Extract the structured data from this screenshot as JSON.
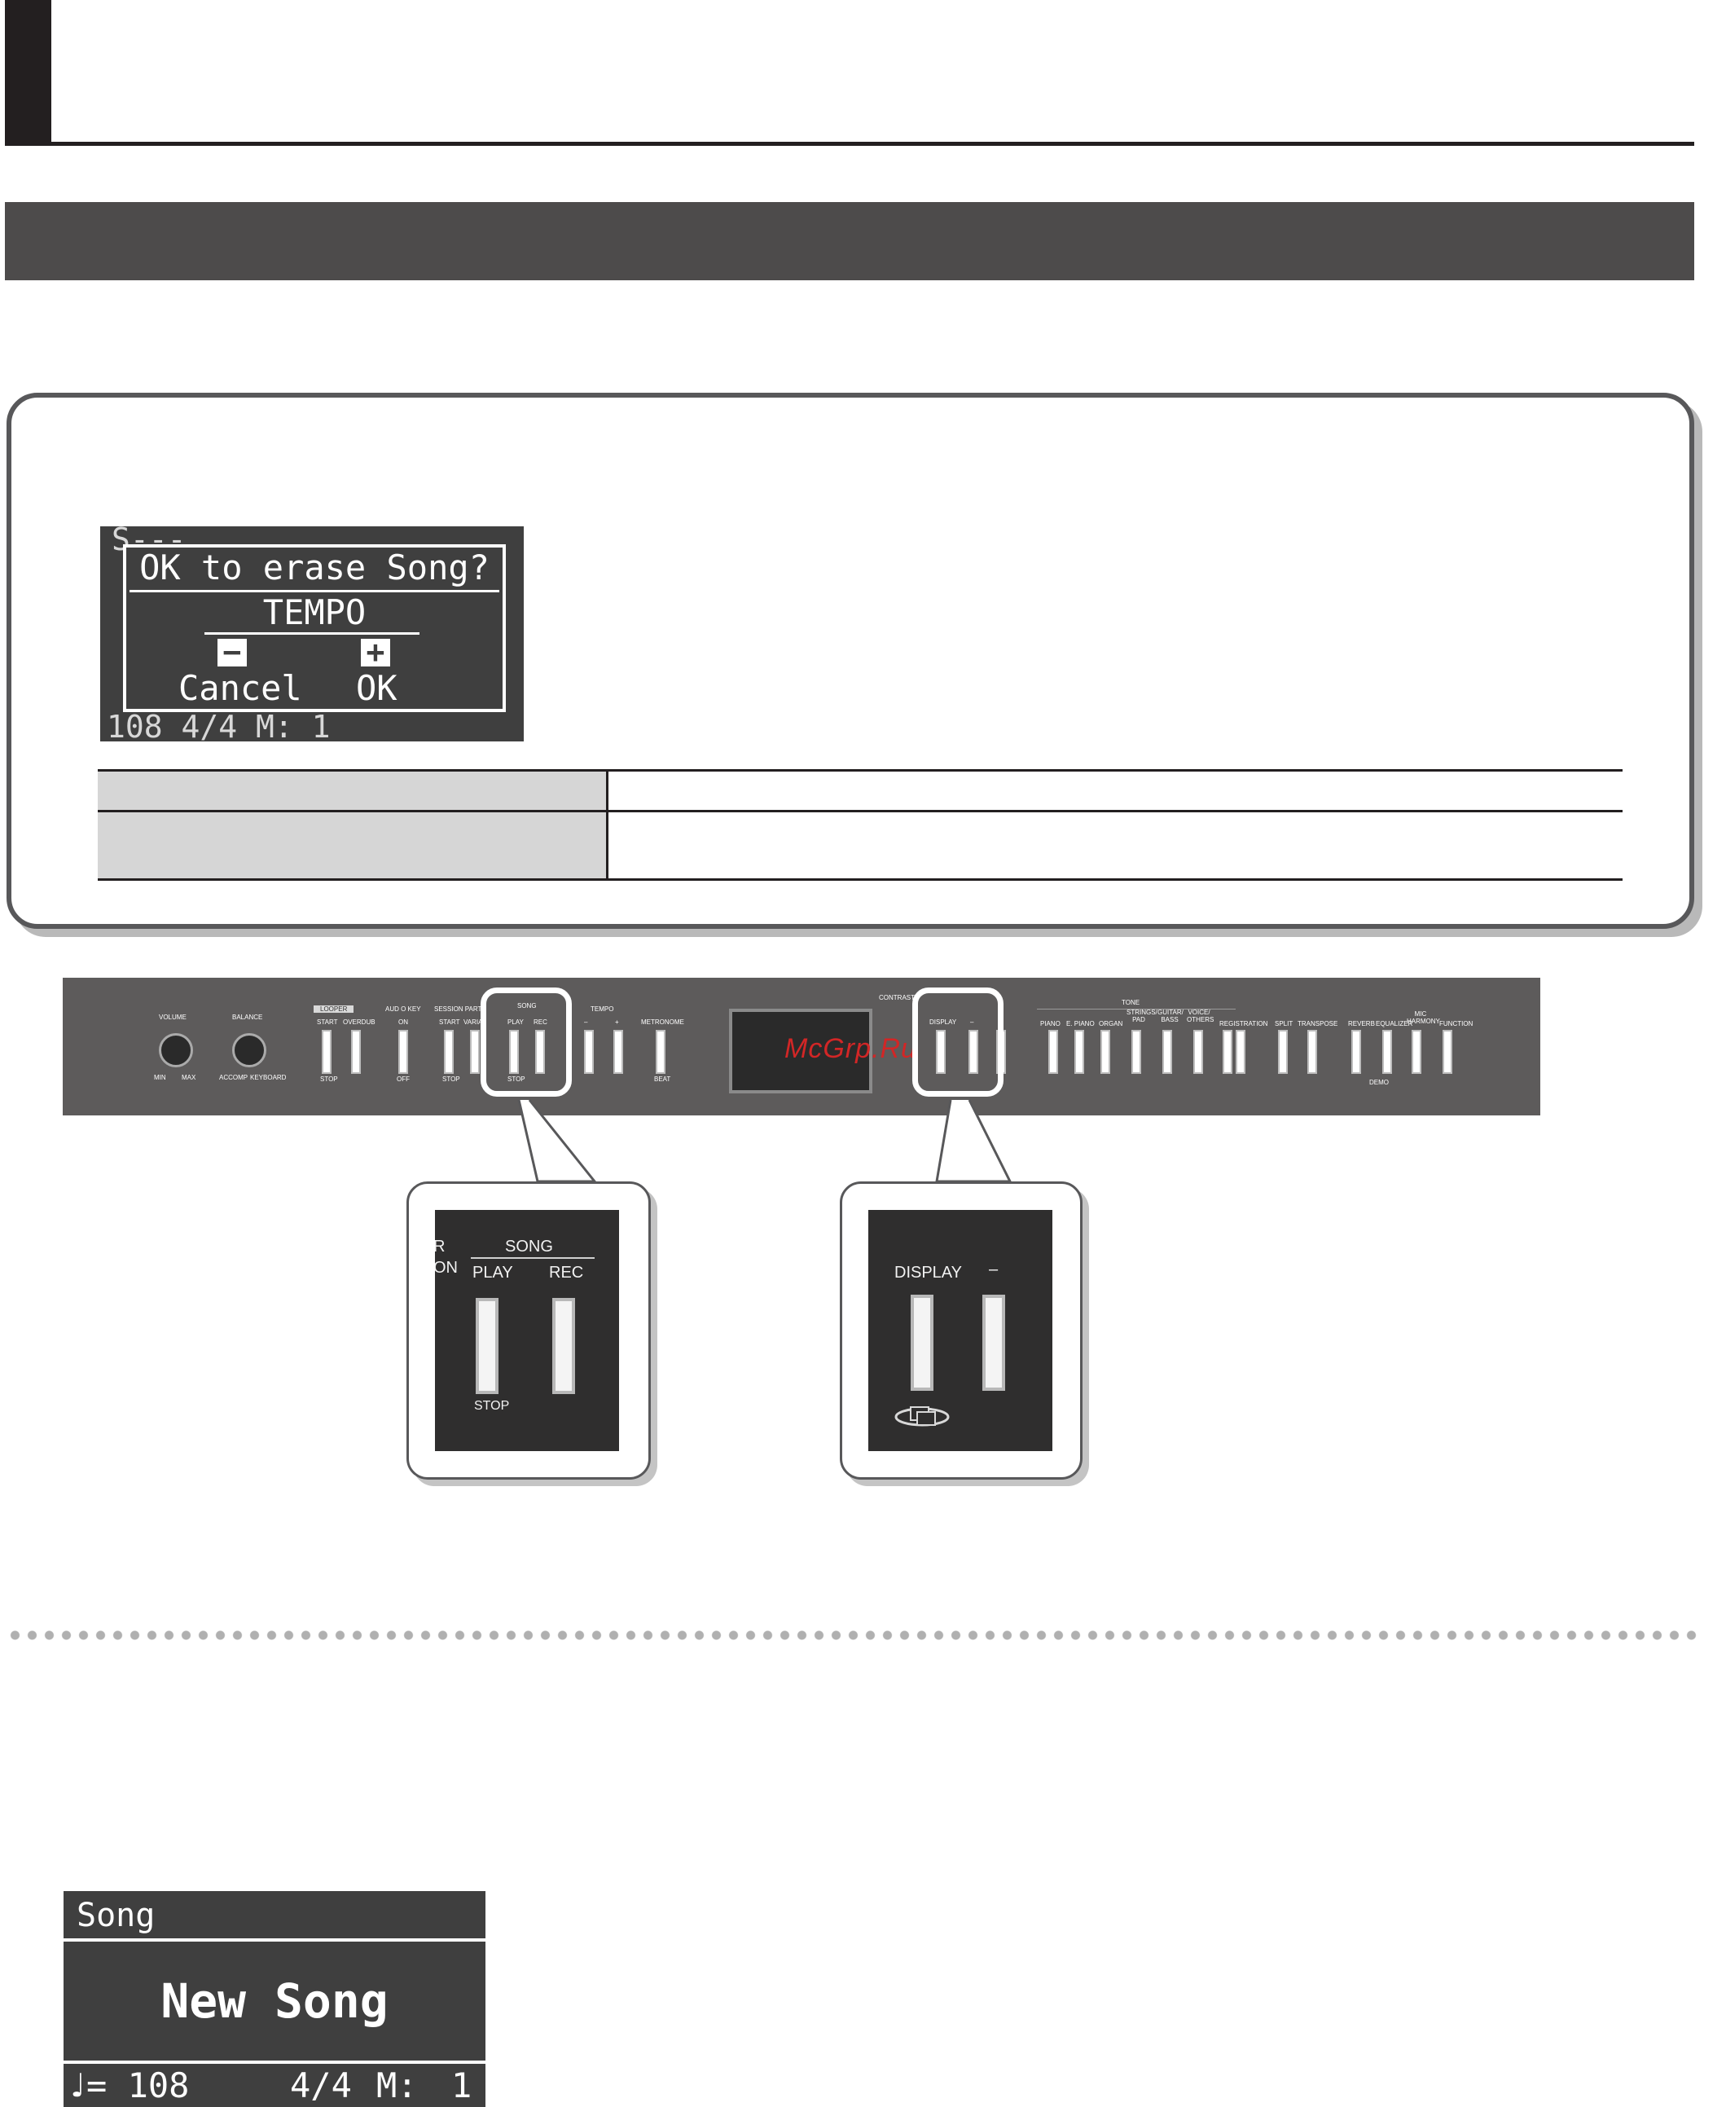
{
  "colors": {
    "header_dark": "#231f20",
    "section_bar": "#4d4b4b",
    "panel_border": "#58585a",
    "lcd_bg": "#3f3f3f",
    "strip_bg": "#5d5b5b",
    "table_shade": "#d6d6d6",
    "watermark": "#d22626"
  },
  "erase_screen": {
    "bg_text_top": "S---",
    "bg_text_bottom": "108        4/4  M:  1",
    "question": "OK to erase Song?",
    "tempo": "TEMPO",
    "minus_icon": "minus-icon",
    "plus_icon": "plus-icon",
    "cancel": "Cancel",
    "ok": "OK"
  },
  "control_panel": {
    "volume": "VOLUME",
    "volume_min": "MIN",
    "volume_max": "MAX",
    "balance": "BALANCE",
    "balance_accomp": "ACCOMP",
    "balance_keyboard": "KEYBOARD",
    "looper": "LOOPER",
    "looper_start": "START",
    "looper_overdub": "OVERDUB",
    "looper_stop": "STOP",
    "auto_key": "AUD O KEY",
    "auto_key_on": "ON",
    "auto_key_off": "OFF",
    "session_partner": "SESSION PARTN",
    "session_start": "START",
    "session_variation": "VARIAT",
    "session_stop": "STOP",
    "song": "SONG",
    "song_play": "PLAY",
    "song_rec": "REC",
    "song_stop": "STOP",
    "tempo": "TEMPO",
    "tempo_minus": "–",
    "tempo_plus": "+",
    "metronome": "METRONOME",
    "metronome_beat": "BEAT",
    "contrast": "CONTRAST",
    "display": "DISPLAY",
    "display_minus": "–",
    "tone": "TONE",
    "piano": "PIANO",
    "e_piano": "E. PIANO",
    "organ": "ORGAN",
    "strings_pad": "STRINGS/ PAD",
    "guitar_bass": "GUITAR/ BASS",
    "voice_others": "VOICE/ OTHERS",
    "registration": "REGISTRATION",
    "split": "SPLIT",
    "transpose": "TRANSPOSE",
    "reverb": "REVERB",
    "equalizer": "EQUALIZER",
    "mic_harmony": "MIC HARMONY",
    "function": "FUNCTION",
    "demo": "DEMO",
    "watermark": "McGrp.Ru"
  },
  "callout_song": {
    "left_partial_top": "R",
    "left_partial_bottom": "ON",
    "group": "SONG",
    "play": "PLAY",
    "rec": "REC",
    "stop": "STOP"
  },
  "callout_display": {
    "display": "DISPLAY",
    "minus": "–",
    "display_icon": "display-exit-icon"
  },
  "song_screen": {
    "title": "Song",
    "song_name": "New Song",
    "tempo_icon": "quarter-note-icon",
    "tempo_value": "= 108",
    "beat": "4/4",
    "measure_label": "M:",
    "measure_value": "1"
  }
}
